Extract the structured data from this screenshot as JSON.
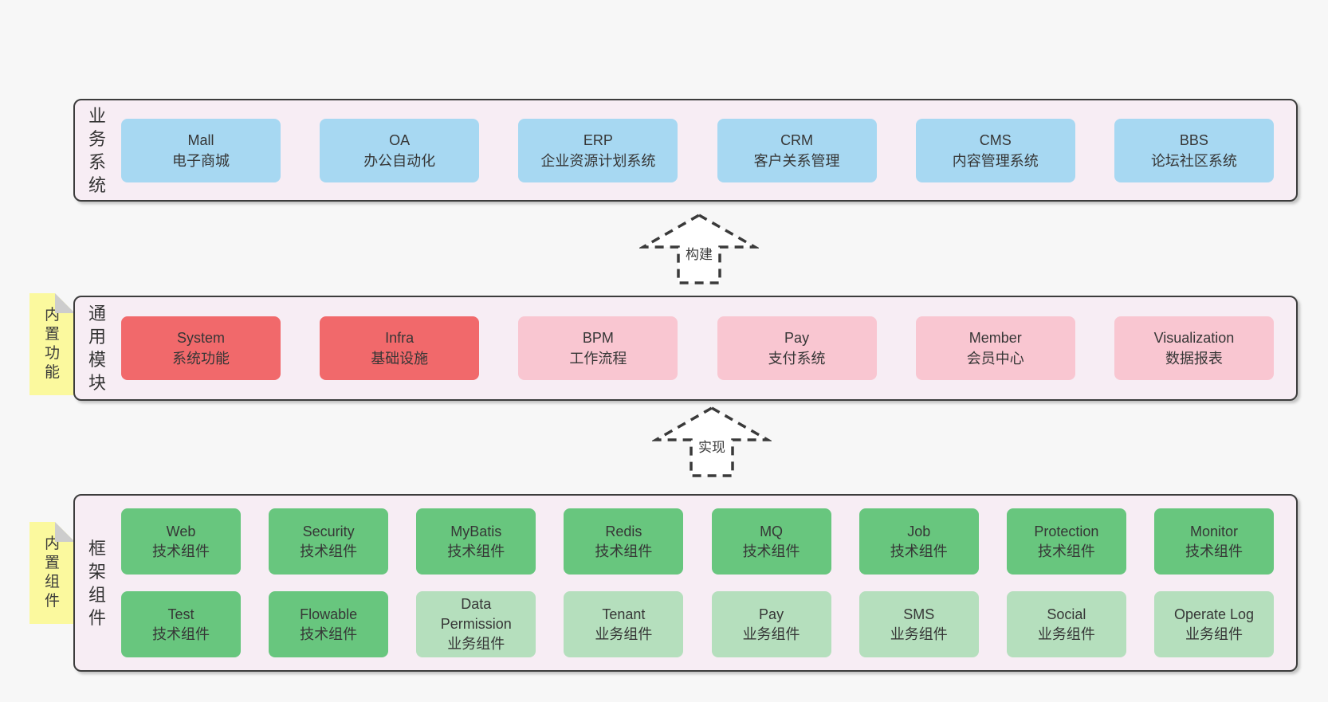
{
  "colors": {
    "page_bg": "#f7f7f7",
    "band_fill": "#f7edf4",
    "band_border": "#3c3c3c",
    "sticky_yellow": "#fbf99e",
    "sticky_fold": "#cdcdcd",
    "text": "#363636",
    "box_variants": {
      "blue": "#a7d8f2",
      "red": "#f1696b",
      "pink": "#f9c6d1",
      "green": "#68c67e",
      "green-light": "#b5dfbd"
    }
  },
  "arrows": [
    {
      "label": "构建"
    },
    {
      "label": "实现"
    }
  ],
  "layers": [
    {
      "id": "business",
      "label": "业务系统",
      "boxes": [
        {
          "name": "Mall",
          "desc": "电子商城",
          "variant": "blue"
        },
        {
          "name": "OA",
          "desc": "办公自动化",
          "variant": "blue"
        },
        {
          "name": "ERP",
          "desc": "企业资源计划系统",
          "variant": "blue"
        },
        {
          "name": "CRM",
          "desc": "客户关系管理",
          "variant": "blue"
        },
        {
          "name": "CMS",
          "desc": "内容管理系统",
          "variant": "blue"
        },
        {
          "name": "BBS",
          "desc": "论坛社区系统",
          "variant": "blue"
        }
      ]
    },
    {
      "id": "modules",
      "label": "通用模块",
      "sticky": "内置功能",
      "boxes": [
        {
          "name": "System",
          "desc": "系统功能",
          "variant": "red"
        },
        {
          "name": "Infra",
          "desc": "基础设施",
          "variant": "red"
        },
        {
          "name": "BPM",
          "desc": "工作流程",
          "variant": "pink"
        },
        {
          "name": "Pay",
          "desc": "支付系统",
          "variant": "pink"
        },
        {
          "name": "Member",
          "desc": "会员中心",
          "variant": "pink"
        },
        {
          "name": "Visualization",
          "desc": "数据报表",
          "variant": "pink"
        }
      ]
    },
    {
      "id": "components",
      "label": "框架组件",
      "sticky": "内置组件",
      "rows": [
        [
          {
            "name": "Web",
            "desc": "技术组件",
            "variant": "green"
          },
          {
            "name": "Security",
            "desc": "技术组件",
            "variant": "green"
          },
          {
            "name": "MyBatis",
            "desc": "技术组件",
            "variant": "green"
          },
          {
            "name": "Redis",
            "desc": "技术组件",
            "variant": "green"
          },
          {
            "name": "MQ",
            "desc": "技术组件",
            "variant": "green"
          },
          {
            "name": "Job",
            "desc": "技术组件",
            "variant": "green"
          },
          {
            "name": "Protection",
            "desc": "技术组件",
            "variant": "green"
          },
          {
            "name": "Monitor",
            "desc": "技术组件",
            "variant": "green"
          }
        ],
        [
          {
            "name": "Test",
            "desc": "技术组件",
            "variant": "green"
          },
          {
            "name": "Flowable",
            "desc": "技术组件",
            "variant": "green"
          },
          {
            "name": "Data Permission",
            "desc": "业务组件",
            "variant": "green-light"
          },
          {
            "name": "Tenant",
            "desc": "业务组件",
            "variant": "green-light"
          },
          {
            "name": "Pay",
            "desc": "业务组件",
            "variant": "green-light"
          },
          {
            "name": "SMS",
            "desc": "业务组件",
            "variant": "green-light"
          },
          {
            "name": "Social",
            "desc": "业务组件",
            "variant": "green-light"
          },
          {
            "name": "Operate Log",
            "desc": "业务组件",
            "variant": "green-light"
          }
        ]
      ]
    }
  ]
}
